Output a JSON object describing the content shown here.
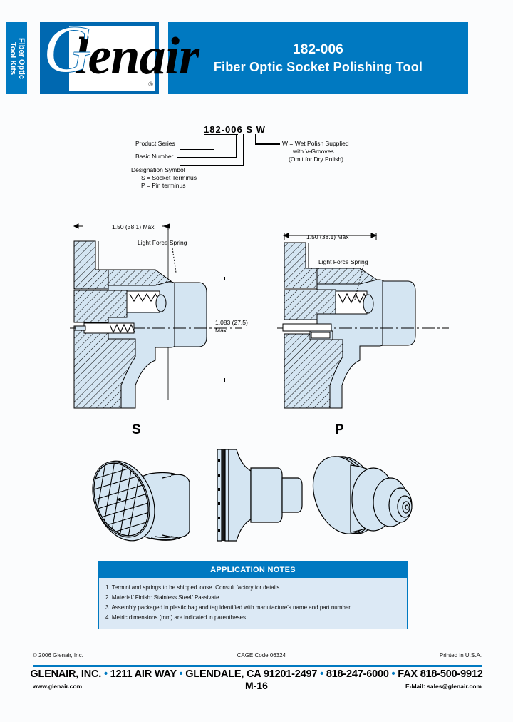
{
  "sidebar_tab": {
    "line1": "Fiber Optic",
    "line2": "Tool Kits"
  },
  "logo": {
    "letter": "G",
    "rest": "lenair",
    "registered": "®"
  },
  "header": {
    "part_number": "182-006",
    "title": "Fiber Optic Socket Polishing Tool",
    "accent_color": "#0079c1"
  },
  "part_number_breakdown": {
    "code_parts": [
      "182-006",
      "S",
      "W"
    ],
    "code_full": "182-006 S W",
    "labels": {
      "product_series": "Product Series",
      "basic_number": "Basic Number",
      "designation_symbol": "Designation Symbol",
      "socket": "S = Socket Terminus",
      "pin": "P = Pin terminus"
    },
    "wet_polish": {
      "line1": "W = Wet Polish Supplied",
      "line2": "with V-Grooves",
      "line3": "(Omit for Dry Polish)"
    }
  },
  "drawings": {
    "left_view": {
      "width_dim": "1.50 (38.1) Max",
      "spring_label": "Light Force Spring",
      "height_dim_line1": "1.083 (27.5)",
      "height_dim_line2": "Max"
    },
    "right_view": {
      "width_dim": "1.50 (38.1) Max",
      "spring_label": "Light Force Spring"
    },
    "iso_views": {
      "socket_label": "S",
      "pin_label": "P"
    },
    "section_fill": "#d4e5f2",
    "line_color": "#000000"
  },
  "application_notes": {
    "heading": "APPLICATION NOTES",
    "items": [
      "1. Termini and springs to be shipped loose.  Consult factory for details.",
      "2. Material/ Finish: Stainless Steel/ Passivate.",
      "3. Assembly packaged in plastic bag and tag identified with manufacture's name and part number.",
      "4. Metric dimensions (mm) are indicated in parentheses."
    ]
  },
  "footer": {
    "copyright": "© 2006 Glenair, Inc.",
    "cage": "CAGE Code 06324",
    "printed": "Printed in U.S.A.",
    "company": "GLENAIR, INC.",
    "street": "1211 AIR WAY",
    "city": "GLENDALE, CA 91201-2497",
    "phone": "818-247-6000",
    "fax": "FAX 818-500-9912",
    "website": "www.glenair.com",
    "page": "M-16",
    "email": "E-Mail: sales@glenair.com"
  }
}
